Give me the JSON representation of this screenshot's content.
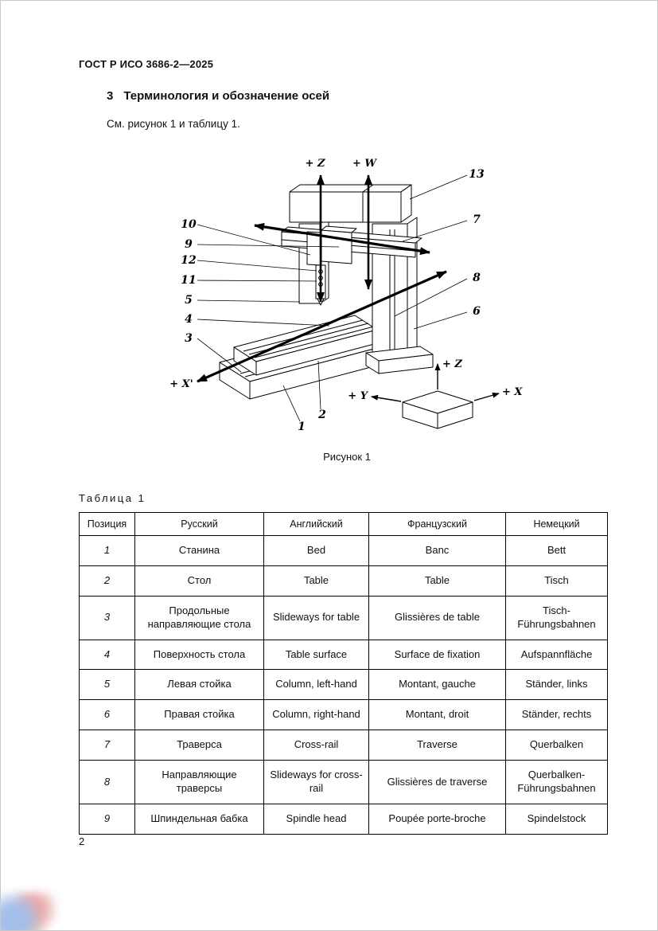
{
  "document": {
    "header": "ГОСТ Р ИСО 3686-2—2025",
    "section_number": "3",
    "section_title": "Терминология и обозначение осей",
    "intro_text": "См. рисунок 1 и таблицу 1.",
    "page_number": "2"
  },
  "figure": {
    "caption": "Рисунок 1",
    "axis_labels": {
      "z_main": "+ Z",
      "w": "+ W",
      "x_prime": "+ X'",
      "z_small": "+ Z",
      "y_small": "+ Y",
      "x_small": "+ X"
    },
    "callouts": {
      "n1": "1",
      "n2": "2",
      "n3": "3",
      "n4": "4",
      "n5": "5",
      "n6": "6",
      "n7": "7",
      "n8": "8",
      "n9": "9",
      "n10": "10",
      "n11": "11",
      "n12": "12",
      "n13": "13"
    }
  },
  "table": {
    "label": "Таблица 1",
    "headers": [
      "Позиция",
      "Русский",
      "Английский",
      "Французский",
      "Немецкий"
    ],
    "rows": [
      [
        "1",
        "Станина",
        "Bed",
        "Banc",
        "Bett"
      ],
      [
        "2",
        "Стол",
        "Table",
        "Table",
        "Tisch"
      ],
      [
        "3",
        "Продольные направляющие стола",
        "Slideways for table",
        "Glissières de table",
        "Tisch-Führungsbahnen"
      ],
      [
        "4",
        "Поверхность стола",
        "Table surface",
        "Surface de fixation",
        "Aufspannfläche"
      ],
      [
        "5",
        "Левая стойка",
        "Column, left-hand",
        "Montant, gauche",
        "Ständer, links"
      ],
      [
        "6",
        "Правая стойка",
        "Column, right-hand",
        "Montant, droit",
        "Ständer, rechts"
      ],
      [
        "7",
        "Траверса",
        "Cross-rail",
        "Traverse",
        "Querbalken"
      ],
      [
        "8",
        "Направляющие траверсы",
        "Slideways for cross-rail",
        "Glissières de traverse",
        "Querbalken-Führungsbahnen"
      ],
      [
        "9",
        "Шпиндельная бабка",
        "Spindle head",
        "Poupée porte-broche",
        "Spindelstock"
      ]
    ]
  }
}
